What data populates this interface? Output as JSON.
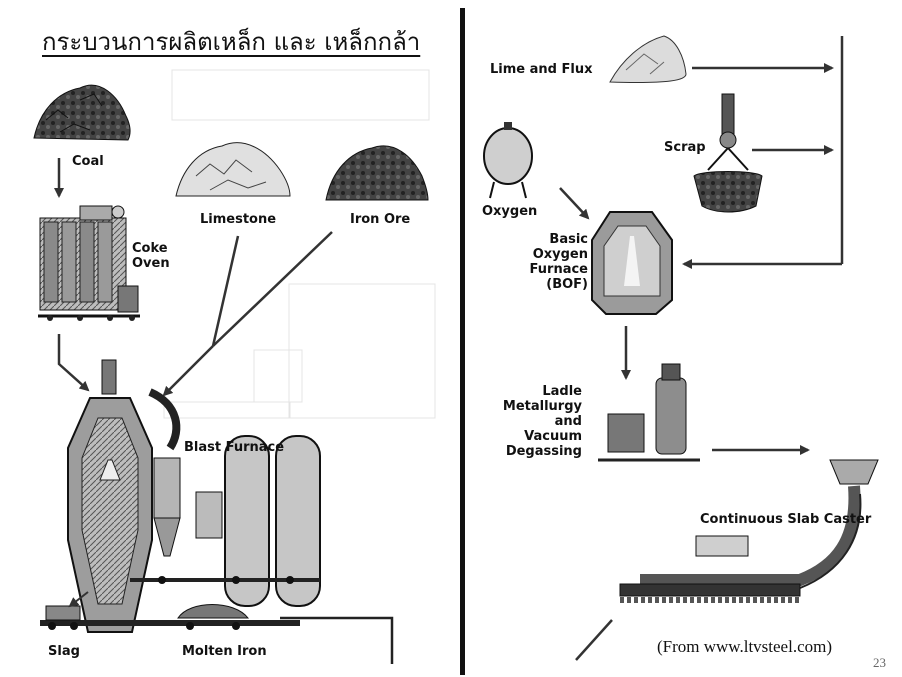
{
  "title": "กระบวนการผลิตเหล็ก และ เหล็กกล้า",
  "labels": {
    "coal": "Coal",
    "coke_oven": [
      "Coke",
      "Oven"
    ],
    "limestone": "Limestone",
    "iron_ore": "Iron Ore",
    "blast_furnace": "Blast Furnace",
    "slag": "Slag",
    "molten_iron": "Molten Iron",
    "lime_flux": "Lime and Flux",
    "scrap": "Scrap",
    "oxygen": "Oxygen",
    "bof": [
      "Basic",
      "Oxygen",
      "Furnace",
      "(BOF)"
    ],
    "ladle": [
      "Ladle",
      "Metallurgy",
      "and",
      "Vacuum",
      "Degassing"
    ],
    "caster": "Continuous Slab Caster"
  },
  "credit": "(From www.ltvsteel.com)",
  "page_number": "23",
  "colors": {
    "ink": "#111111",
    "gray_dark": "#3a3a3a",
    "gray_mid": "#8a8a8a",
    "gray_light": "#d4d4d4"
  }
}
